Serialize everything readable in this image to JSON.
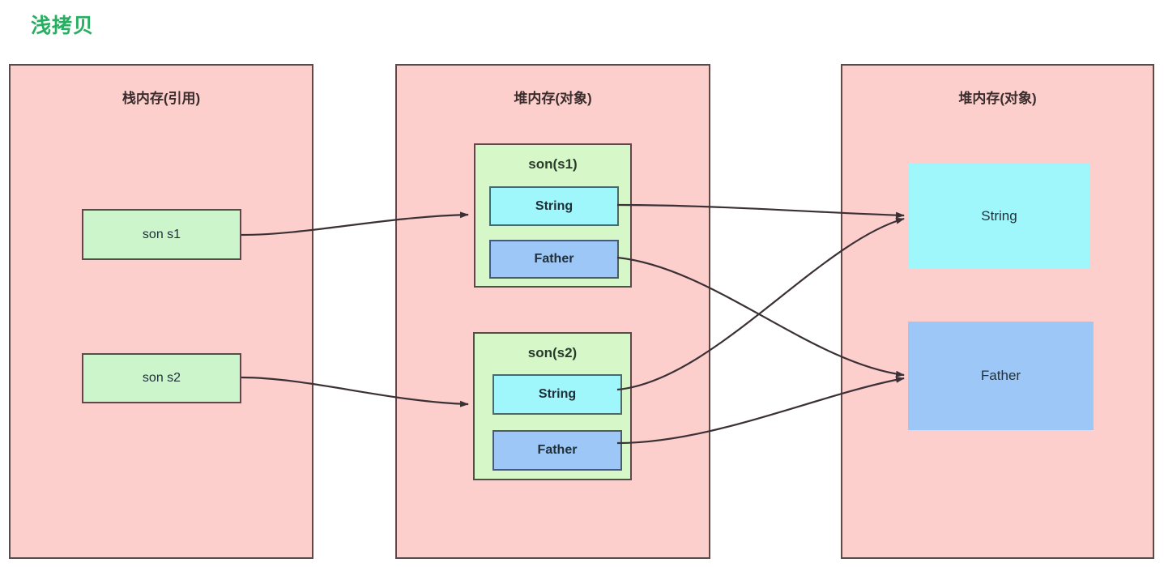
{
  "title": "浅拷贝",
  "title_color": "#27ae60",
  "panels": [
    {
      "id": "stack",
      "label": "栈内存(引用)"
    },
    {
      "id": "heap1",
      "label": "堆内存(对象)"
    },
    {
      "id": "heap2",
      "label": "堆内存(对象)"
    }
  ],
  "stack_refs": [
    {
      "label": "son s1"
    },
    {
      "label": "son s2"
    }
  ],
  "heap_objects": [
    {
      "title": "son(s1)",
      "fields": [
        {
          "label": "String",
          "color": "#9ff7fb"
        },
        {
          "label": "Father",
          "color": "#9dc7f7"
        }
      ]
    },
    {
      "title": "son(s2)",
      "fields": [
        {
          "label": "String",
          "color": "#9ff7fb"
        },
        {
          "label": "Father",
          "color": "#9dc7f7"
        }
      ]
    }
  ],
  "shared_objects": [
    {
      "label": "String",
      "color": "#9ff7fb"
    },
    {
      "label": "Father",
      "color": "#9dc7f7"
    }
  ],
  "colors": {
    "panel_fill": "#fccfcd",
    "panel_border": "#5c4a4a",
    "ref_fill": "#ccf5cc",
    "group_fill": "#d6f8c8",
    "string_fill": "#9ff7fb",
    "father_fill": "#9dc7f7",
    "edge": "#3b3035"
  },
  "edges": [
    {
      "from": "son s1",
      "to": "son(s1)"
    },
    {
      "from": "son s2",
      "to": "son(s2)"
    },
    {
      "from": "son(s1).String",
      "to": "String"
    },
    {
      "from": "son(s1).Father",
      "to": "Father"
    },
    {
      "from": "son(s2).String",
      "to": "String"
    },
    {
      "from": "son(s2).Father",
      "to": "Father"
    }
  ]
}
